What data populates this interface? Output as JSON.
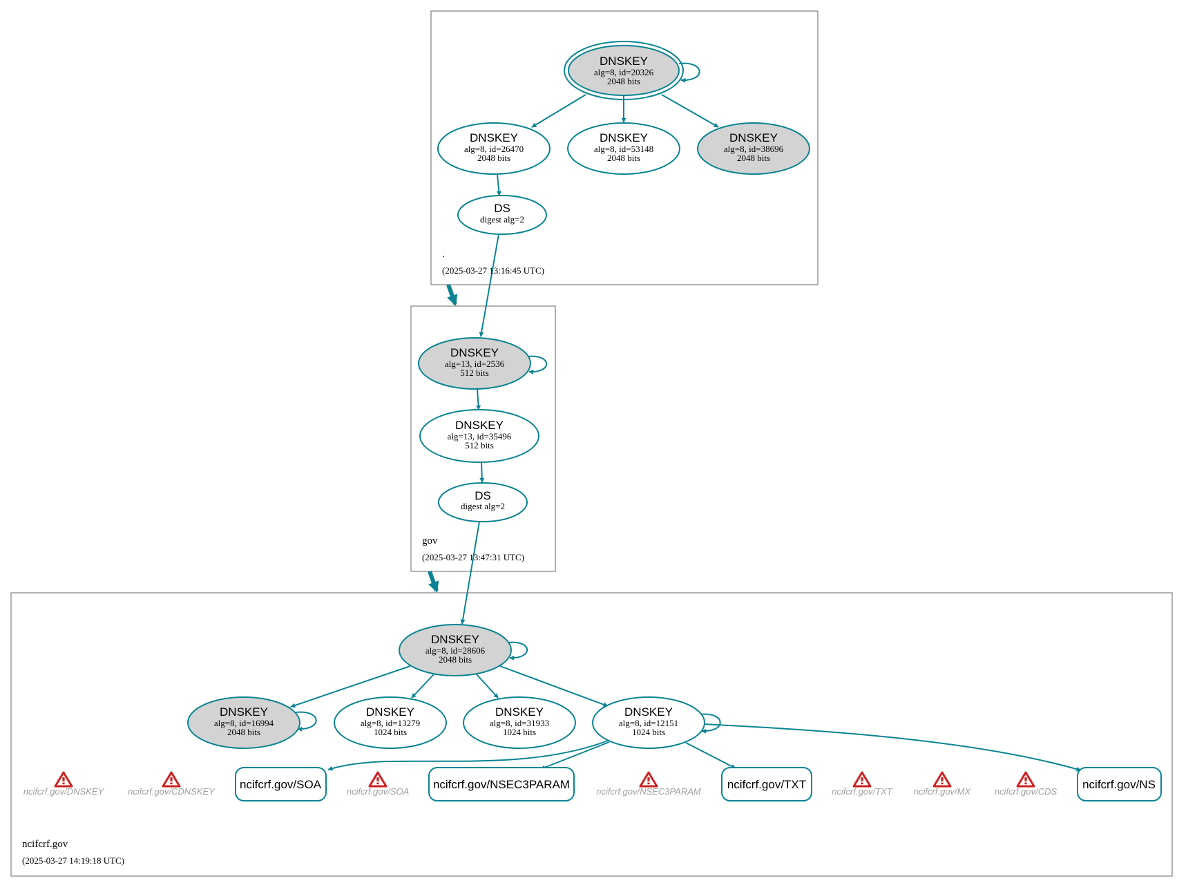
{
  "colors": {
    "edge": "#0a8493",
    "node_fill_plain": "#ffffff",
    "node_fill_sep": "#d3d3d3",
    "warning": "#cc2222",
    "warning_text": "#a0a0a0"
  },
  "zones": {
    "root": {
      "name": ".",
      "timestamp": "(2025-03-27 13:16:45 UTC)",
      "nodes": {
        "ksk": {
          "title": "DNSKEY",
          "line1": "alg=8, id=20326",
          "line2": "2048 bits"
        },
        "k26470": {
          "title": "DNSKEY",
          "line1": "alg=8, id=26470",
          "line2": "2048 bits"
        },
        "k53148": {
          "title": "DNSKEY",
          "line1": "alg=8, id=53148",
          "line2": "2048 bits"
        },
        "k38696": {
          "title": "DNSKEY",
          "line1": "alg=8, id=38696",
          "line2": "2048 bits"
        },
        "ds": {
          "title": "DS",
          "line1": "digest alg=2"
        }
      }
    },
    "gov": {
      "name": "gov",
      "timestamp": "(2025-03-27 13:47:31 UTC)",
      "nodes": {
        "k2536": {
          "title": "DNSKEY",
          "line1": "alg=13, id=2536",
          "line2": "512 bits"
        },
        "k35496": {
          "title": "DNSKEY",
          "line1": "alg=13, id=35496",
          "line2": "512 bits"
        },
        "ds": {
          "title": "DS",
          "line1": "digest alg=2"
        }
      }
    },
    "ncifcrf": {
      "name": "ncifcrf.gov",
      "timestamp": "(2025-03-27 14:19:18 UTC)",
      "nodes": {
        "k28606": {
          "title": "DNSKEY",
          "line1": "alg=8, id=28606",
          "line2": "2048 bits"
        },
        "k16994": {
          "title": "DNSKEY",
          "line1": "alg=8, id=16994",
          "line2": "2048 bits"
        },
        "k13279": {
          "title": "DNSKEY",
          "line1": "alg=8, id=13279",
          "line2": "1024 bits"
        },
        "k31933": {
          "title": "DNSKEY",
          "line1": "alg=8, id=31933",
          "line2": "1024 bits"
        },
        "k12151": {
          "title": "DNSKEY",
          "line1": "alg=8, id=12151",
          "line2": "1024 bits"
        }
      },
      "rrsets": {
        "soa": "ncifcrf.gov/SOA",
        "nsec3param": "ncifcrf.gov/NSEC3PARAM",
        "txt": "ncifcrf.gov/TXT",
        "ns": "ncifcrf.gov/NS"
      },
      "warnings": {
        "dnskey": "ncifcrf.gov/DNSKEY",
        "cdnskey": "ncifcrf.gov/CDNSKEY",
        "soa": "ncifcrf.gov/SOA",
        "nsec3param": "ncifcrf.gov/NSEC3PARAM",
        "txt": "ncifcrf.gov/TXT",
        "mx": "ncifcrf.gov/MX",
        "cds": "ncifcrf.gov/CDS"
      }
    }
  }
}
